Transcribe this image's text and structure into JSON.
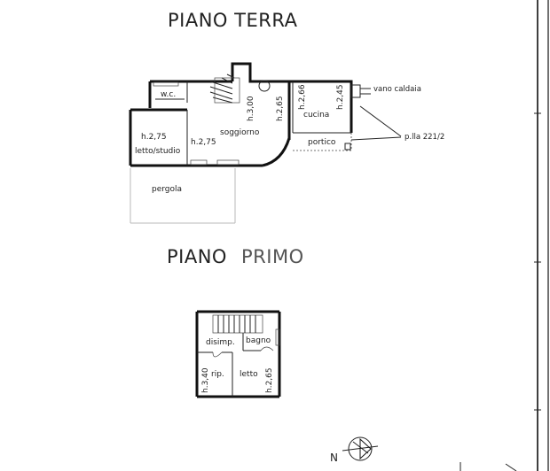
{
  "ground_floor": {
    "title": "PIANO TERRA",
    "rooms": {
      "wc": "w.c.",
      "soggiorno": "soggiorno",
      "cucina": "cucina",
      "portico": "portico",
      "letto_studio": "letto/studio",
      "pergola": "pergola"
    },
    "heights": {
      "letto_studio": "h.2,75",
      "soggiorno": "h.2,75",
      "stair": "h.3,00",
      "central": "h.2,65",
      "kitchen_a": "h.2,66",
      "kitchen_b": "h.2,45"
    },
    "annotations": {
      "vano_caldaia": "vano caldaia",
      "parcel": "p.lla 221/2"
    }
  },
  "first_floor": {
    "title_a": "PIANO",
    "title_b": "PRIMO",
    "rooms": {
      "disimp": "disimp.",
      "bagno": "bagno",
      "rip": "rip.",
      "letto": "letto"
    },
    "heights": {
      "left": "h.3,40",
      "right": "h.2,65"
    }
  },
  "compass": {
    "label": "N"
  },
  "colors": {
    "ink": "#111111",
    "title_secondary": "#555555",
    "pergola": "#bbbbbb"
  }
}
